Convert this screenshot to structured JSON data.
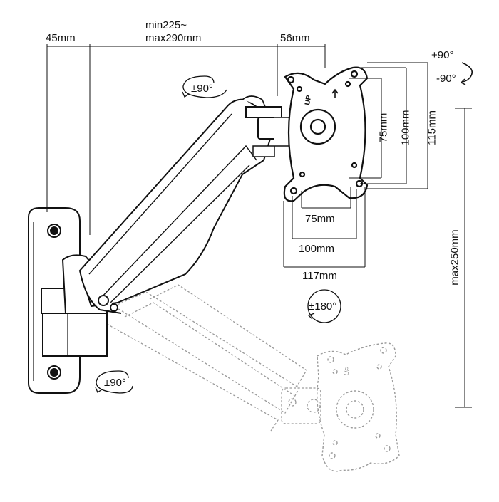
{
  "colors": {
    "ink": "#111111",
    "ghost": "#9a9a9a",
    "paper": "#ffffff"
  },
  "dimensions": {
    "wall_offset": "45mm",
    "reach_min": "min225~",
    "reach_max": "max290mm",
    "plate_depth": "56mm",
    "vesa_small_h": "75mm",
    "vesa_small_v": "75mm",
    "vesa_large_h": "100mm",
    "vesa_large_v": "100mm",
    "plate_width": "117mm",
    "plate_height": "115mm",
    "height_adjust": "max250mm"
  },
  "rotations": {
    "tilt_up": "+90°",
    "tilt_down": "-90°",
    "swivel_head": "±90°",
    "rotate_plate": "±180°",
    "swivel_wall": "±90°"
  },
  "icons": {
    "up_marking": "UP",
    "up_arrow": "up-arrow-icon",
    "rotate_arrow": "rotate-arrow-icon"
  }
}
